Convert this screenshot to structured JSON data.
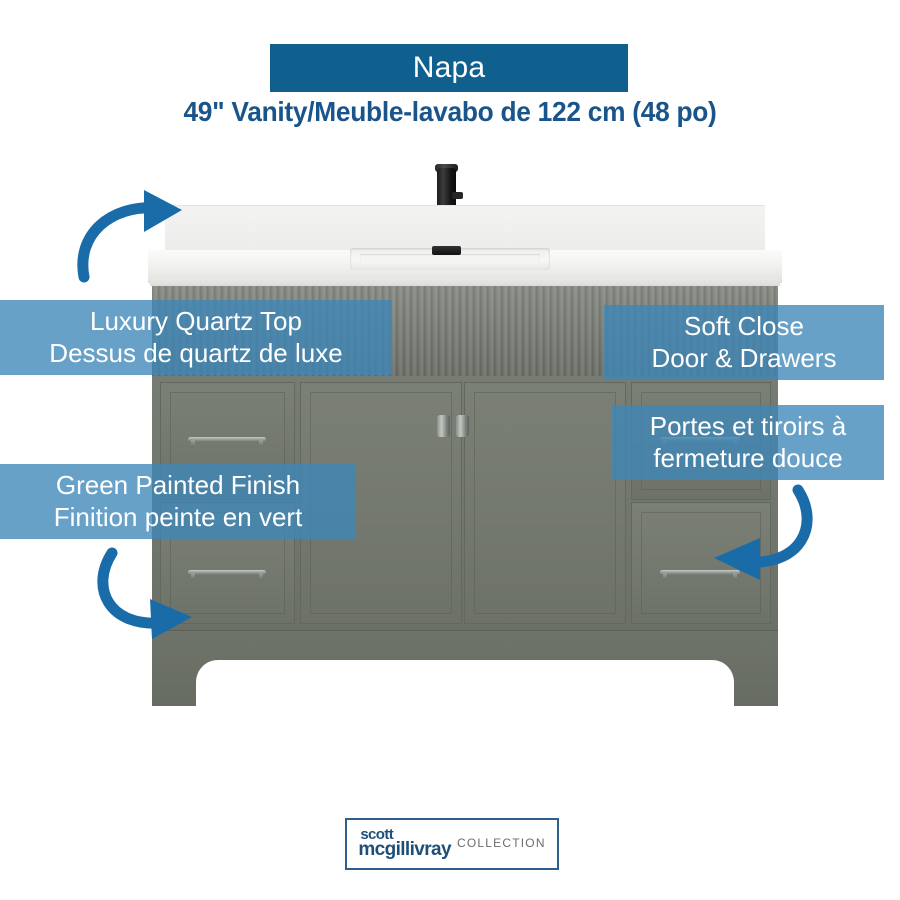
{
  "header": {
    "product_name": "Napa",
    "subtitle": "49\" Vanity/Meuble-lavabo de 122 cm (48 po)",
    "banner_color": "#10608f",
    "subtitle_color": "#19548a"
  },
  "product": {
    "cabinet_color": "#767b72",
    "countertop_color": "#f3f3f2",
    "faucet_color": "#1b1b1b",
    "hardware_color": "#9aa09a"
  },
  "annotations": {
    "accent_color": "#3e86b9",
    "arrow_color": "#1a6ca8",
    "labels": [
      {
        "id": "quartz-top",
        "line1": "Luxury Quartz Top",
        "line2": "Dessus de quartz de luxe"
      },
      {
        "id": "soft-close",
        "line1": "Soft Close",
        "line2": "Door & Drawers"
      },
      {
        "id": "soft-close-fr",
        "line1": "Portes et tiroirs à",
        "line2": "fermeture douce"
      },
      {
        "id": "green-finish",
        "line1": "Green Painted Finish",
        "line2": "Finition peinte en vert"
      }
    ],
    "arrows": [
      {
        "id": "arrow-to-quartz-top",
        "direction": "right"
      },
      {
        "id": "arrow-to-green-finish",
        "direction": "up-right"
      },
      {
        "id": "arrow-to-soft-close-drawer",
        "direction": "left"
      }
    ]
  },
  "logo": {
    "line1": "scott",
    "line2": "mcgillivray",
    "collection": "COLLECTION",
    "border_color": "#2f5f8c",
    "name_color": "#1f4f77",
    "collection_color": "#6c6c6c"
  }
}
